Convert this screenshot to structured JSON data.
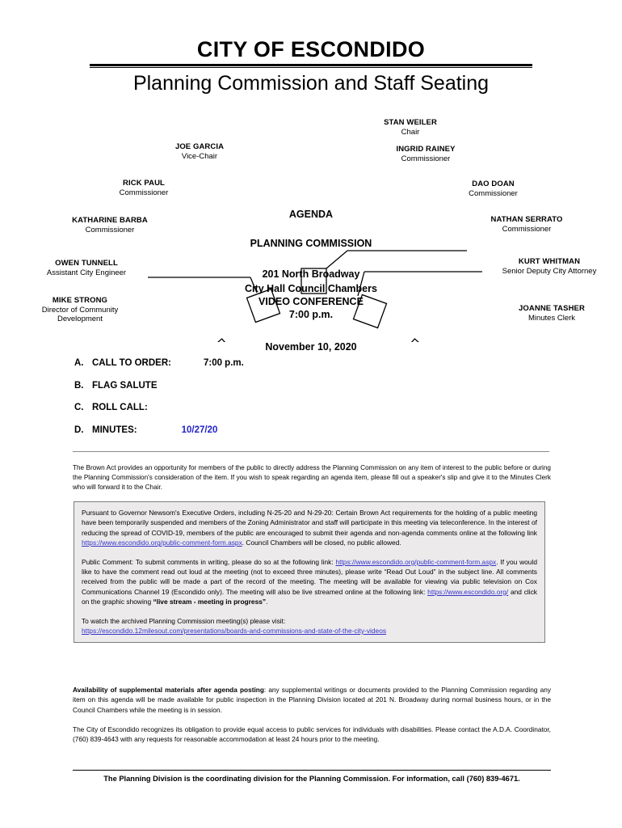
{
  "header": {
    "title": "CITY OF ESCONDIDO",
    "subtitle": "Planning Commission and Staff Seating"
  },
  "seating": {
    "chair": {
      "name": "STAN WEILER",
      "role": "Chair"
    },
    "vice_chair": {
      "name": "JOE GARCIA",
      "role": "Vice-Chair"
    },
    "members": [
      {
        "name": "INGRID RAINEY",
        "role": "Commissioner"
      },
      {
        "name": "RICK PAUL",
        "role": "Commissioner"
      },
      {
        "name": "DAO DOAN",
        "role": "Commissioner"
      },
      {
        "name": "KATHARINE BARBA",
        "role": "Commissioner"
      },
      {
        "name": "NATHAN SERRATO",
        "role": "Commissioner"
      },
      {
        "name": "OWEN TUNNELL",
        "role": "Assistant City Engineer"
      },
      {
        "name": "KURT WHITMAN",
        "role": "Senior Deputy City Attorney"
      },
      {
        "name": "MIKE STRONG",
        "role": "Director of Community\nDevelopment",
        "role_line1": "Director of Community",
        "role_line2": "Development"
      },
      {
        "name": "JOANNE TASHER",
        "role": "Minutes Clerk"
      }
    ]
  },
  "agenda_center": {
    "agenda": "AGENDA",
    "body": "PLANNING COMMISSION",
    "address": "201 North Broadway",
    "venue": "City Hall Council Chambers",
    "mode": "VIDEO CONFERENCE",
    "time": "7:00 p.m.",
    "date": "November 10, 2020"
  },
  "items": [
    {
      "letter": "A.",
      "label": "CALL TO ORDER:",
      "value": "7:00 p.m.",
      "link": ""
    },
    {
      "letter": "B.",
      "label": "FLAG SALUTE",
      "value": "",
      "link": ""
    },
    {
      "letter": "C.",
      "label": "ROLL CALL:",
      "value": "",
      "link": ""
    },
    {
      "letter": "D.",
      "label": "MINUTES:",
      "value": "",
      "link": "10/27/20"
    }
  ],
  "brown_act": "The Brown Act provides an opportunity for members of the public to directly address the Planning Commission on any item of interest to the public before or during the Planning Commission's consideration of the item.  If you wish to speak regarding an agenda item, please fill out a speaker's slip and give it to the Minutes Clerk who will forward it to the Chair.",
  "notice": {
    "p1_a": "Pursuant to Governor Newsom's Executive Orders, including N-25-20 and N-29-20: Certain Brown Act requirements for the holding of a public meeting have been temporarily suspended and members of the Zoning Administrator and staff will participate in this meeting via teleconference.  In the interest of reducing the spread of COVID-19, members of the public are encouraged to submit their agenda and non-agenda comments online at the following link ",
    "p1_link": "https://www.escondido.org/public-comment-form.aspx",
    "p1_b": ".  Council Chambers will be closed, no public allowed.",
    "p2_a": "Public Comment: To submit comments in writing, please do so at the following link: ",
    "p2_link": "https://www.escondido.org/public-comment-form.aspx",
    "p2_b": ".  If you would like to have the comment read out loud at the meeting (not to exceed three minutes), please write “Read Out Loud” in the subject line.  All comments received from the public will be made a part of the record of the meeting.   The meeting will be available for viewing via public television on Cox Communications Channel 19 (Escondido only).  The meeting will also be live streamed online at the following link: ",
    "p2_link2": "https://www.escondido.org/",
    "p2_c": " and click on the graphic showing ",
    "p2_bold": "“live stream - meeting in progress”",
    "p2_d": ".",
    "p3_a": "To watch the archived Planning Commission meeting(s) please visit:",
    "p3_link": "https://escondido.12milesout.com/presentations/boards-and-commissions-and-state-of-the-city-videos"
  },
  "lower": {
    "p1_bold": "Availability of supplemental materials after agenda posting",
    "p1_rest": ":  any supplemental writings or documents provided to the Planning Commission regarding any item on this agenda will be made available for public inspection in the Planning Division located at 201 N. Broadway during normal business hours, or in the Council Chambers while the meeting is in session.",
    "p2": "The City of Escondido recognizes its obligation to provide equal access to public services for individuals with disabilities.  Please contact the A.D.A. Coordinator, (760) 839-4643 with any requests for reasonable accommodation at least 24 hours prior to the meeting."
  },
  "footer": "The Planning Division is the coordinating division for the Planning Commission. For information, call (760) 839-4671."
}
